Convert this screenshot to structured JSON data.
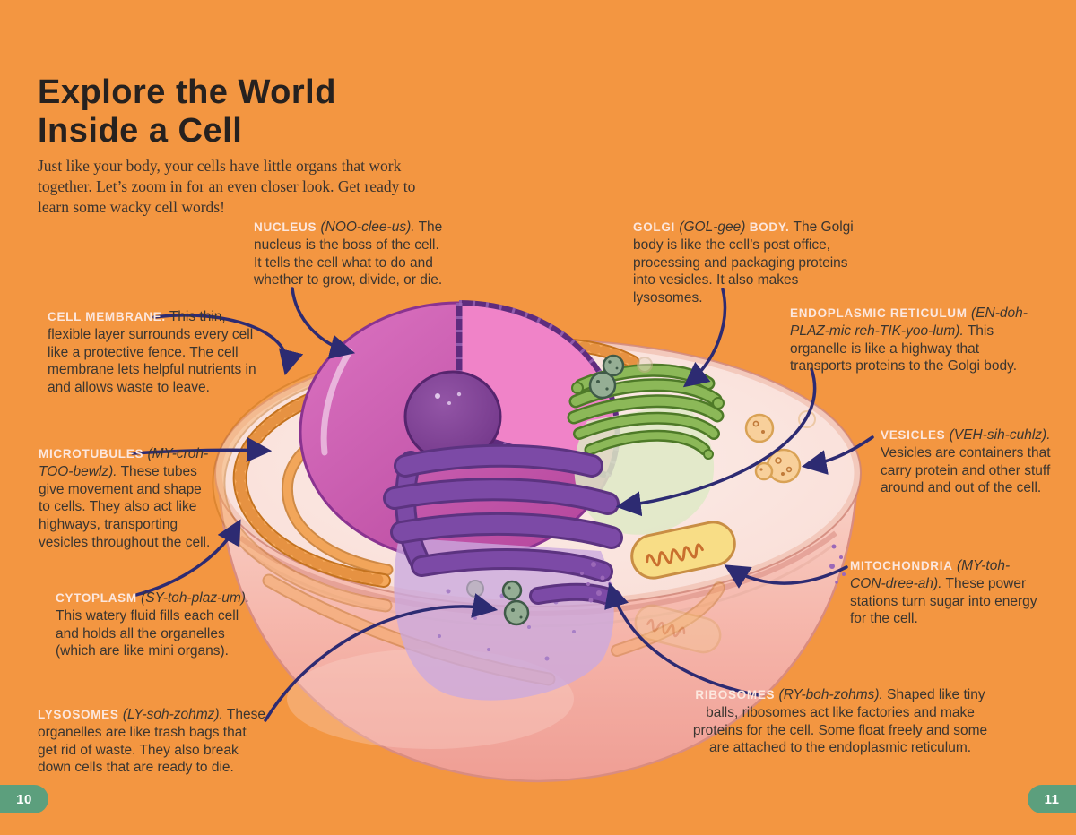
{
  "page": {
    "title_line1": "Explore the World",
    "title_line2": "Inside a Cell",
    "intro": "Just like your body, your cells have little organs that work together. Let’s zoom in for an even closer look. Get ready to learn some wacky cell words!",
    "page_number_left": "10",
    "page_number_right": "11"
  },
  "colors": {
    "background": "#F39641",
    "keyword_label": "#FCE7DE",
    "body_text": "#3A3530",
    "arrow": "#2D2B72",
    "page_tab": "#5C9F7D",
    "nucleus": "#C9529F",
    "endoplasmic_reticulum": "#7C4AA6",
    "golgi": "#7FAF4A",
    "microtubule": "#F09A4A",
    "mitochondria": "#F8DD86",
    "cell_body": "#F5B9AE"
  },
  "labels": {
    "nucleus": {
      "keyword": "NUCLEUS",
      "pronunciation": "(NOO-clee-us).",
      "text": "The nucleus is the boss of the cell. It tells the cell what to do and whether to grow, divide, or die."
    },
    "golgi": {
      "keyword": "GOLGI",
      "pronunciation": "(GOL-gee)",
      "keyword2": "BODY.",
      "text": "The Golgi body is like the cell’s post office, processing and packaging proteins into vesicles. It also makes lysosomes."
    },
    "cell_membrane": {
      "keyword": "CELL MEMBRANE.",
      "text": "This thin, flexible layer surrounds every cell like a protective fence. The cell membrane lets helpful nutrients in and allows waste to leave."
    },
    "endoplasmic_reticulum": {
      "keyword": "ENDOPLASMIC RETICULUM",
      "pronunciation": "(EN-doh-PLAZ-mic reh-TIK-yoo-lum).",
      "text": "This organelle is like a highway that transports proteins to the Golgi body."
    },
    "microtubules": {
      "keyword": "MICROTUBULES",
      "pronunciation": "(MY-croh-TOO-bewlz).",
      "text": "These tubes give move­ment and shape to cells. They also act like highways, transporting vesicles throughout the cell."
    },
    "vesicles": {
      "keyword": "VESICLES",
      "pronunciation": "(VEH-sih-cuhlz).",
      "text": "Vesicles are containers that carry protein and other stuff around and out of the cell."
    },
    "cytoplasm": {
      "keyword": "CYTOPLASM",
      "pronunciation": "(SY-toh-plaz-um).",
      "text": "This watery fluid fills each cell and holds all the organelles (which are like mini organs)."
    },
    "mitochondria": {
      "keyword": "MITOCHONDRIA",
      "pronunciation": "(MY-toh-CON-dree-ah).",
      "text": "These power stations turn sugar into energy for the cell."
    },
    "lysosomes": {
      "keyword": "LYSOSOMES",
      "pronunciation": "(LY-soh-zohmz).",
      "text": "These organelles are like trash bags that get rid of waste. They also break down cells that are ready to die."
    },
    "ribosomes": {
      "keyword": "RIBOSOMES",
      "pronunciation": "(RY-boh-zohms).",
      "text": "Shaped like tiny balls, ribosomes act like factories and make proteins for the cell. Some float freely and some are attached to the endoplasmic reticulum."
    }
  }
}
